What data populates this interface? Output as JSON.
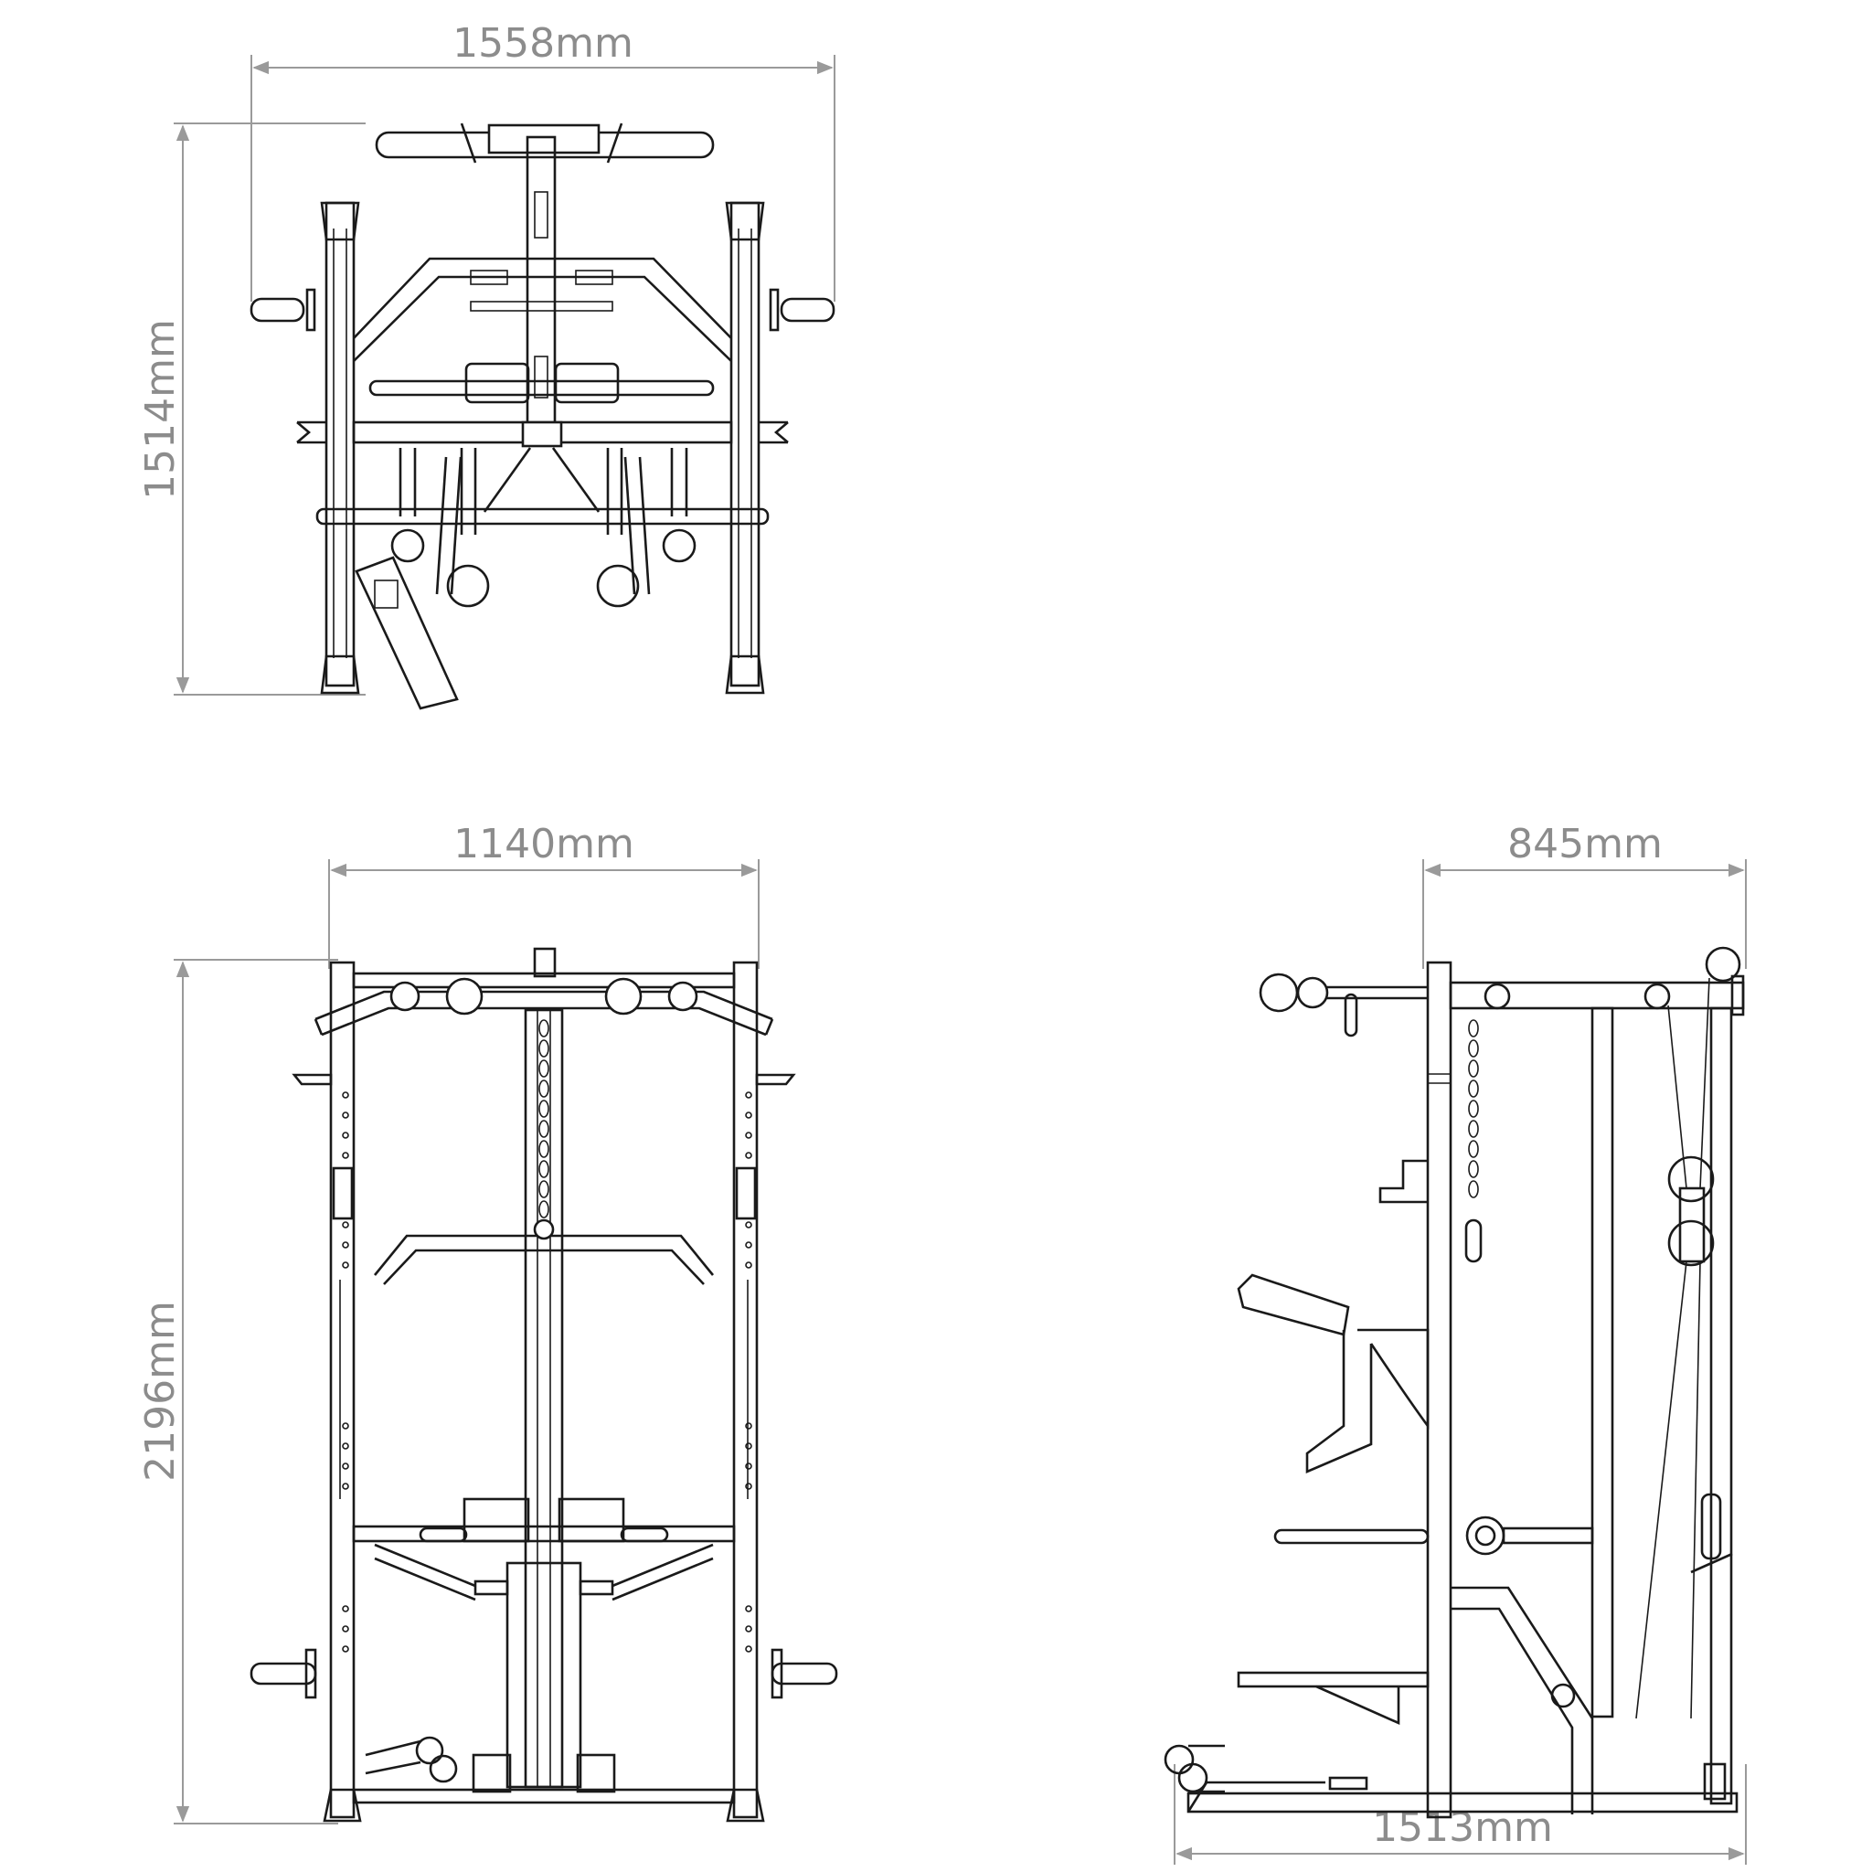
{
  "dimensions": {
    "top_width": "1558mm",
    "top_depth": "1514mm",
    "front_width": "1140mm",
    "height": "2196mm",
    "side_depth_top": "845mm",
    "side_depth_bottom": "1513mm"
  },
  "colors": {
    "line": "#1a1a1a",
    "dimension": "#9a9a9a",
    "background": "#ffffff"
  }
}
